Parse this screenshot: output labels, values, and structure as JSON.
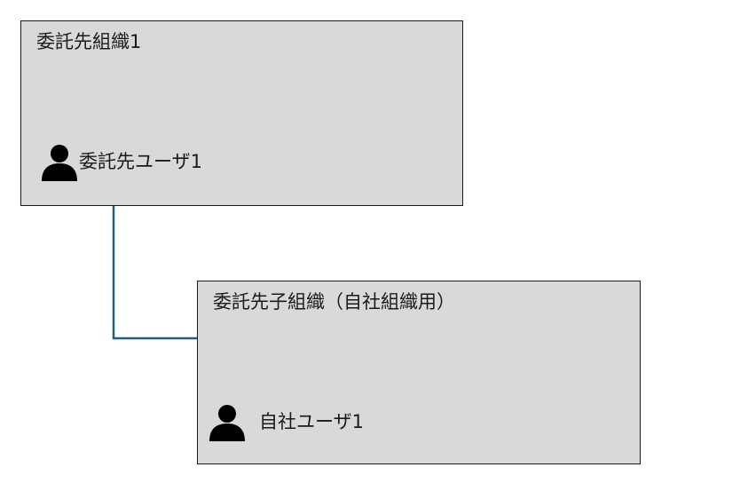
{
  "diagram": {
    "parent_org": {
      "title": "委託先組織1",
      "user": {
        "label": "委託先ユーザ1",
        "icon": "person-icon"
      }
    },
    "child_org": {
      "title": "委託先子組織（自社組織用）",
      "user": {
        "label": "自社ユーザ1",
        "icon": "person-icon"
      }
    },
    "colors": {
      "box_fill": "#d9d9d9",
      "box_border": "#1a1a1a",
      "connector": "#1f5f7a",
      "icon": "#000000"
    }
  }
}
